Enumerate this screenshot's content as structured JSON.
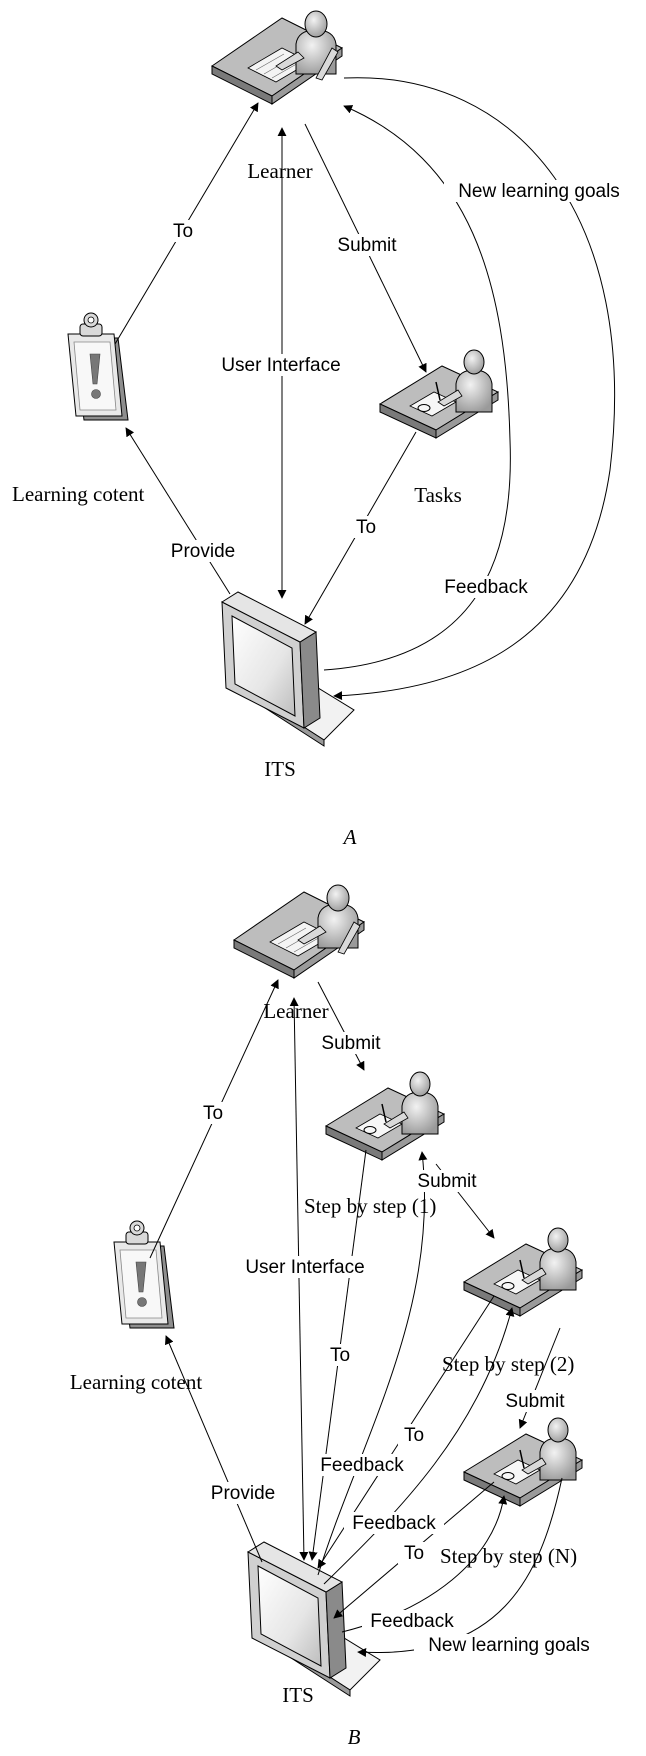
{
  "panel_a": {
    "caption": "A",
    "nodes": {
      "learner": "Learner",
      "learning_content": "Learning cotent",
      "tasks": "Tasks",
      "its": "ITS"
    },
    "edges": {
      "to_learner": "To",
      "user_interface": "User Interface",
      "submit": "Submit",
      "new_goals": "New learning goals",
      "to_its": "To",
      "provide": "Provide",
      "feedback": "Feedback"
    }
  },
  "panel_b": {
    "caption": "B",
    "nodes": {
      "learner": "Learner",
      "learning_content": "Learning cotent",
      "step1": "Step by step (1)",
      "step2": "Step by step (2)",
      "stepn": "Step by step (N)",
      "its": "ITS"
    },
    "edges": {
      "submit1": "Submit",
      "submit2": "Submit",
      "submit3": "Submit",
      "to_learner": "To",
      "user_interface": "User Interface",
      "to1": "To",
      "to2": "To",
      "to3": "To",
      "feedback1": "Feedback",
      "feedback2": "Feedback",
      "feedback3": "Feedback",
      "provide": "Provide",
      "new_goals": "New learning goals"
    }
  }
}
